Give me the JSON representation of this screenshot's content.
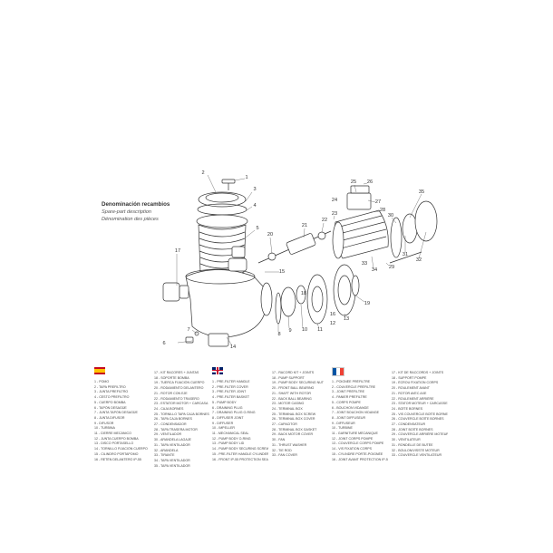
{
  "title": {
    "es": "Denominación recambios",
    "en": "Spare-part description",
    "fr": "Dénomination des pièces"
  },
  "callouts": [
    "1",
    "2",
    "3",
    "4",
    "5",
    "6",
    "7",
    "8",
    "9",
    "10",
    "11",
    "12",
    "13",
    "14",
    "15",
    "16",
    "17",
    "18",
    "19",
    "20",
    "21",
    "22",
    "23",
    "24",
    "25",
    "26",
    "27",
    "28",
    "29",
    "30",
    "31",
    "32",
    "33",
    "34",
    "35"
  ],
  "flags": {
    "es": "spain-flag-icon",
    "en": "uk-flag-icon",
    "fr": "france-flag-icon"
  },
  "legend": {
    "es": {
      "col1": [
        "1 - POMO",
        "2 - TAPA PREFILTRO",
        "3 - JUNTA PREFILTRO",
        "4 - CESTO PREFILTRO",
        "5 - CUERPO BOMBA",
        "6 - TAPÓN DESAGÜE",
        "7 - JUNTA TAPÓN DESAGÜE",
        "8 - JUNTA DIFUSOR",
        "9 - DIFUSOR",
        "10 - TURBINA",
        "11 - CIERRE MECÁNICO",
        "12 - JUNTA CUERPO BOMBA",
        "13 - DISCO PORTASELLO",
        "14 - TORNILLO FIJACIÓN CUERPO",
        "15 - CILINDRO PORTAPOMO",
        "16 - RETÉN DELANTERO IP-55"
      ],
      "col2": [
        "17 - KIT RACORES + JUNTAS",
        "18 - SOPORTE BOMBA",
        "19 - TUERCA FIJACIÓN CUERPO",
        "20 - RODAMIENTO DELANTERO",
        "21 - ROTOR CON EJE",
        "22 - RODAMIENTO TRASERO",
        "23 - ESTATOR MOTOR + CARCASA",
        "24 - CAJA BORNES",
        "25 - TORNILLO TAPA CAJA BORNES",
        "26 - TAPA CAJA BORNES",
        "27 - CONDENSADOR",
        "28 - TAPA TRASERA MOTOR",
        "29 - VENTILADOR",
        "30 - ARANDELA LAGAJE",
        "31 - TAPA VENTILADOR",
        "32 - ARANDELA",
        "33 - TIRANTE",
        "34 - TAPA VENTILADOR",
        "35 - TAPA VENTILADOR"
      ]
    },
    "en": {
      "col1": [
        "1 - PRE-FILTER HANDLE",
        "2 - PRE-FILTER COVER",
        "3 - PRE-FILTER JOINT",
        "4 - PRE-FILTER BASKET",
        "5 - PUMP BODY",
        "6 - DRAINING PLUG",
        "7 - DRAINING PLUG O-RING",
        "8 - DIFFUSER JOINT",
        "9 - DIFFUSER",
        "10 - IMPELLER",
        "11 - MECHANICAL SEAL",
        "12 - PUMP BODY O-RING",
        "13 - PUMP BODY LID",
        "14 - PUMP BODY SECURING SCREW",
        "15 - PRE-FILTER HANDLE CYLINDER",
        "16 - FRONT IP-55 PROTECTION SEAL"
      ],
      "col2": [
        "17 - RACORD KIT + JOINTS",
        "18 - PUMP SUPPORT",
        "19 - PUMP BODY SECURING NUT",
        "20 - FRONT BALL BEARING",
        "21 - SHAFT WITH ROTOR",
        "22 - BACK BALL BEARING",
        "23 - MOTOR CASING",
        "24 - TERMINAL BOX",
        "25 - TERMINAL BOX SCREW",
        "26 - TERMINAL BOX COVER",
        "27 - CAPACITOR",
        "28 - TERMINAL BOX GASKET",
        "29 - BACK MOTOR COVER",
        "30 - FAN",
        "31 - THRUST WASHER",
        "32 - TIE ROD",
        "33 - FAN COVER"
      ]
    },
    "fr": {
      "col1": [
        "1 - POIGNÉE PRÉFILTRE",
        "2 - COUVERCLE PRÉFILTRE",
        "3 - JOINT PRÉFILTRE",
        "4 - PANIER PRÉFILTRE",
        "5 - CORPS POMPE",
        "6 - BOUCHON VIDANGE",
        "7 - JOINT BOUCHON VIDANGE",
        "8 - JOINT DIFFUSEUR",
        "9 - DIFFUSEUR",
        "10 - TURBINE",
        "11 - GARNITURE MÉCANIQUE",
        "12 - JOINT CORPS POMPE",
        "13 - COUVERCLE CORPS POMPE",
        "14 - VIS FIXATION CORPS",
        "15 - CYLINDRE PORTE-POIGNÉE",
        "16 - JOINT AVANT PROTECTION IP-55"
      ],
      "col2": [
        "17 - KIT DE RACCORDS + JOINTS",
        "18 - SUPPORT POMPE",
        "19 - ÉCROU FIXATION CORPS",
        "20 - ROULEMENT AVANT",
        "21 - ROTOR AVEC AXE",
        "22 - ROULEMENT ARRIÈRE",
        "23 - STATOR MOTEUR + CARCASSE",
        "24 - BOÎTE BORNES",
        "25 - VIS COUVERCLE BOÎTE BORNES",
        "26 - COUVERCLE BOÎTE BORNES",
        "27 - CONDENSATEUR",
        "28 - JOINT BOÎTE BORNES",
        "29 - COUVERCLE ARRIÈRE MOTEUR",
        "30 - VENTILATEUR",
        "31 - RONDELLE DE BUTÉE",
        "32 - BOULON/VISSTE MOTEUR",
        "33 - COUVERCLE VENTILATEUR"
      ]
    }
  }
}
